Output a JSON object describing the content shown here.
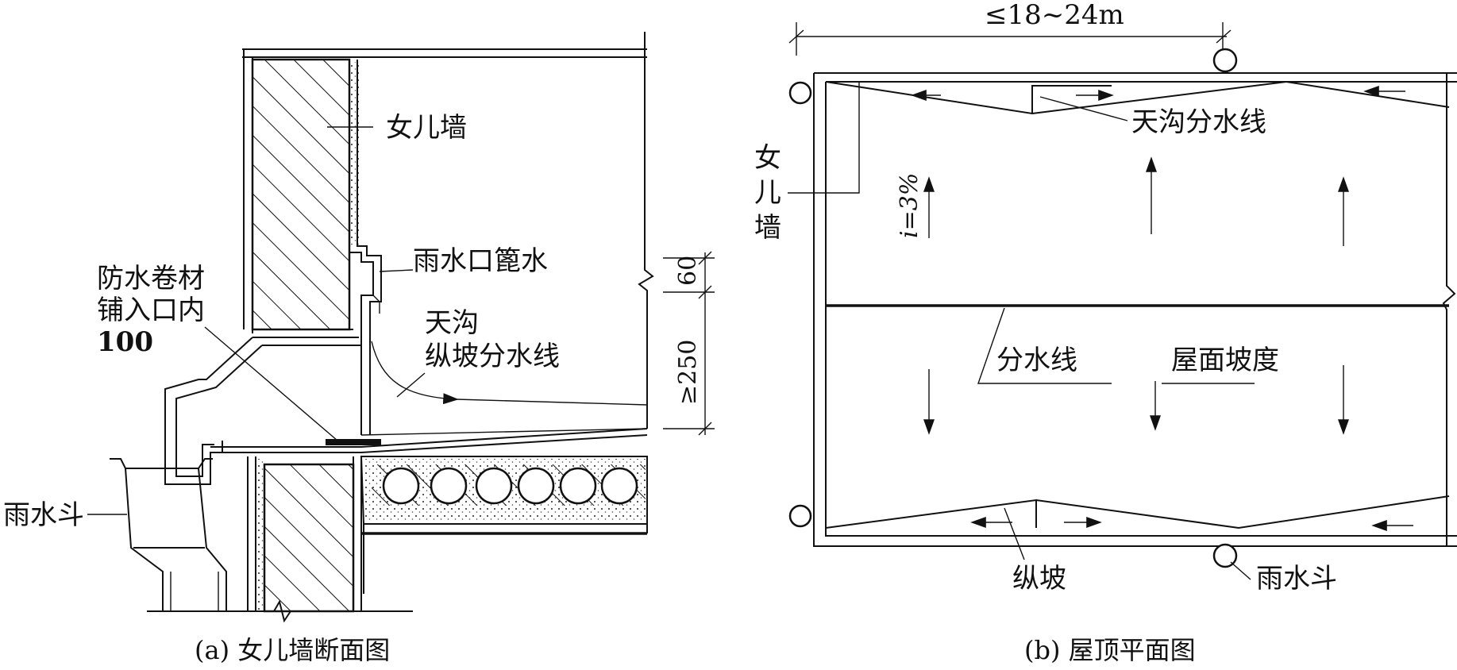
{
  "left": {
    "caption": "(a) 女儿墙断面图",
    "parapet": "女儿墙",
    "waterproof_lines": [
      "防水卷材",
      "铺入口内",
      "100"
    ],
    "outlet_grate": "雨水口篦水",
    "gutter_lines": [
      "天沟",
      "纵坡分水线"
    ],
    "rain_hopper": "雨水斗",
    "dim_60": "60",
    "dim_250": "≥250"
  },
  "right": {
    "caption": "(b) 屋顶平面图",
    "span": "≤18~24m",
    "gutter_divide": "天沟分水线",
    "parapet_chars": [
      "女",
      "儿",
      "墙"
    ],
    "slope": "i=3%",
    "divide": "分水线",
    "roof_slope": "屋面坡度",
    "long_slope": "纵坡",
    "rain_hopper": "雨水斗"
  }
}
